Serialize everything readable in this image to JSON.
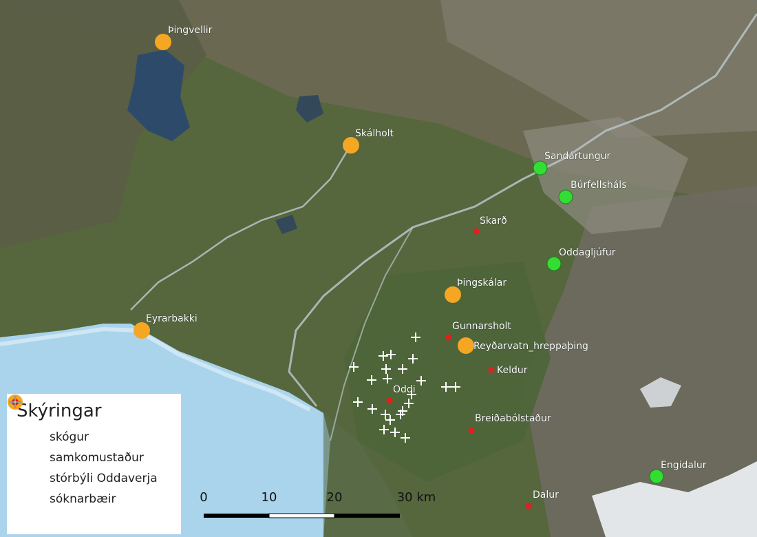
{
  "legend": {
    "title": "Skýringar",
    "items": [
      {
        "label": "skógur",
        "symbol": "green-circle",
        "color": "#33dd33"
      },
      {
        "label": "samkomustaður",
        "symbol": "orange-circle",
        "color": "#f5a623"
      },
      {
        "label": "stórbýli Oddaverja",
        "symbol": "red-dot",
        "color": "#e02020"
      },
      {
        "label": "sóknarbæir",
        "symbol": "cross",
        "color": "#ffffff"
      }
    ]
  },
  "places": {
    "skogur": [
      "Sandártungur",
      "Búrfellsháls",
      "Oddagljúfur",
      "Engidalur"
    ],
    "samkomustadur": [
      "Þingvellir",
      "Skálholt",
      "Þingskálar",
      "Eyrarbakki",
      "Reyðarvatn_hreppaþing"
    ],
    "storbyli": [
      "Skarð",
      "Gunnarsholt",
      "Keldur",
      "Oddi",
      "Breiðabólstaður",
      "Dalur"
    ]
  },
  "scale": {
    "ticks": [
      "0",
      "10",
      "20",
      "30 km"
    ]
  },
  "colors": {
    "sea": "#a9d4ec",
    "land": "#4f6a3c",
    "lake": "#2e4a6a",
    "river": "#b8c4c8",
    "snow": "#eef1f5"
  }
}
